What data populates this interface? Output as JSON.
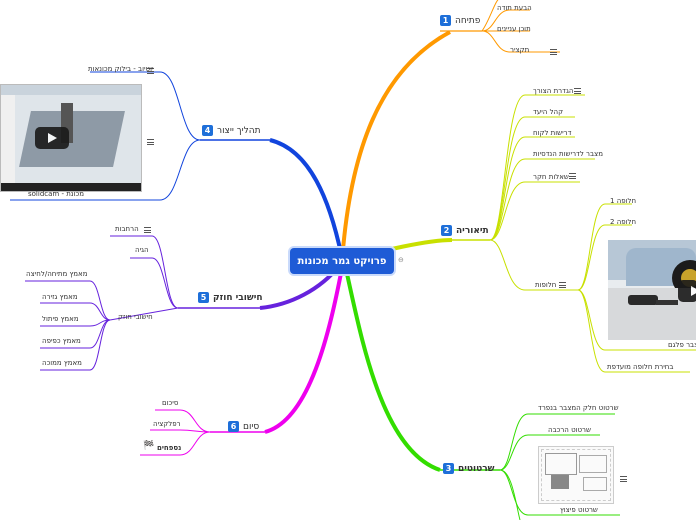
{
  "root": {
    "title": "פרויקט גמר מכונות"
  },
  "branches": {
    "b1": {
      "label": "פתיחה",
      "num": "1",
      "children": [
        "הבעת תודה",
        "תוכן עניינים",
        "תקציר"
      ]
    },
    "b2": {
      "label": "תיאוריה",
      "num": "2",
      "children": [
        "הגדרת הצורך",
        "קהל היעד",
        "דרישות לקוח",
        "מצבר לדרישות הנדסיות",
        "שאלות חקר"
      ],
      "solutions_label": "חלופות",
      "solutions": [
        "חלופה 1",
        "חלופה 2"
      ],
      "image_caption": "מצבר פלגם",
      "chosen": "בחירת חלופה מועדפת"
    },
    "b3": {
      "label": "שרטוטים",
      "num": "3",
      "children": [
        "שרטוט חלק המצבר בנפרד",
        "שרטוט הרכבה"
      ],
      "image_caption": "שרטוט פיצוץ"
    },
    "b4": {
      "label": "תהליך ייצור",
      "num": "4",
      "children": [
        "יוטיוב - בילוק מכונאות"
      ],
      "image_caption": "solidcam - מכונת"
    },
    "b5": {
      "label": "חישובי חוזק",
      "num": "5",
      "children": [
        "הרחבות",
        "הגיה"
      ],
      "sub_label": "חישובי חוזק",
      "sub_children": [
        "מאמץ מתיחה/לחיצה",
        "מאמץ גזירה",
        "מאמץ פיתול",
        "מאמץ כפיפה",
        "מאמץ ממוכה"
      ]
    },
    "b6": {
      "label": "סיום",
      "num": "6",
      "children": [
        "סיכום",
        "רפלקציה",
        "נספחים"
      ]
    }
  },
  "colors": {
    "b1": "#ff9900",
    "b2": "#c8e000",
    "b3": "#33dd00",
    "b4": "#1144dd",
    "b5": "#6622dd",
    "b6": "#ee00ee",
    "root": "#1e5bd6"
  }
}
